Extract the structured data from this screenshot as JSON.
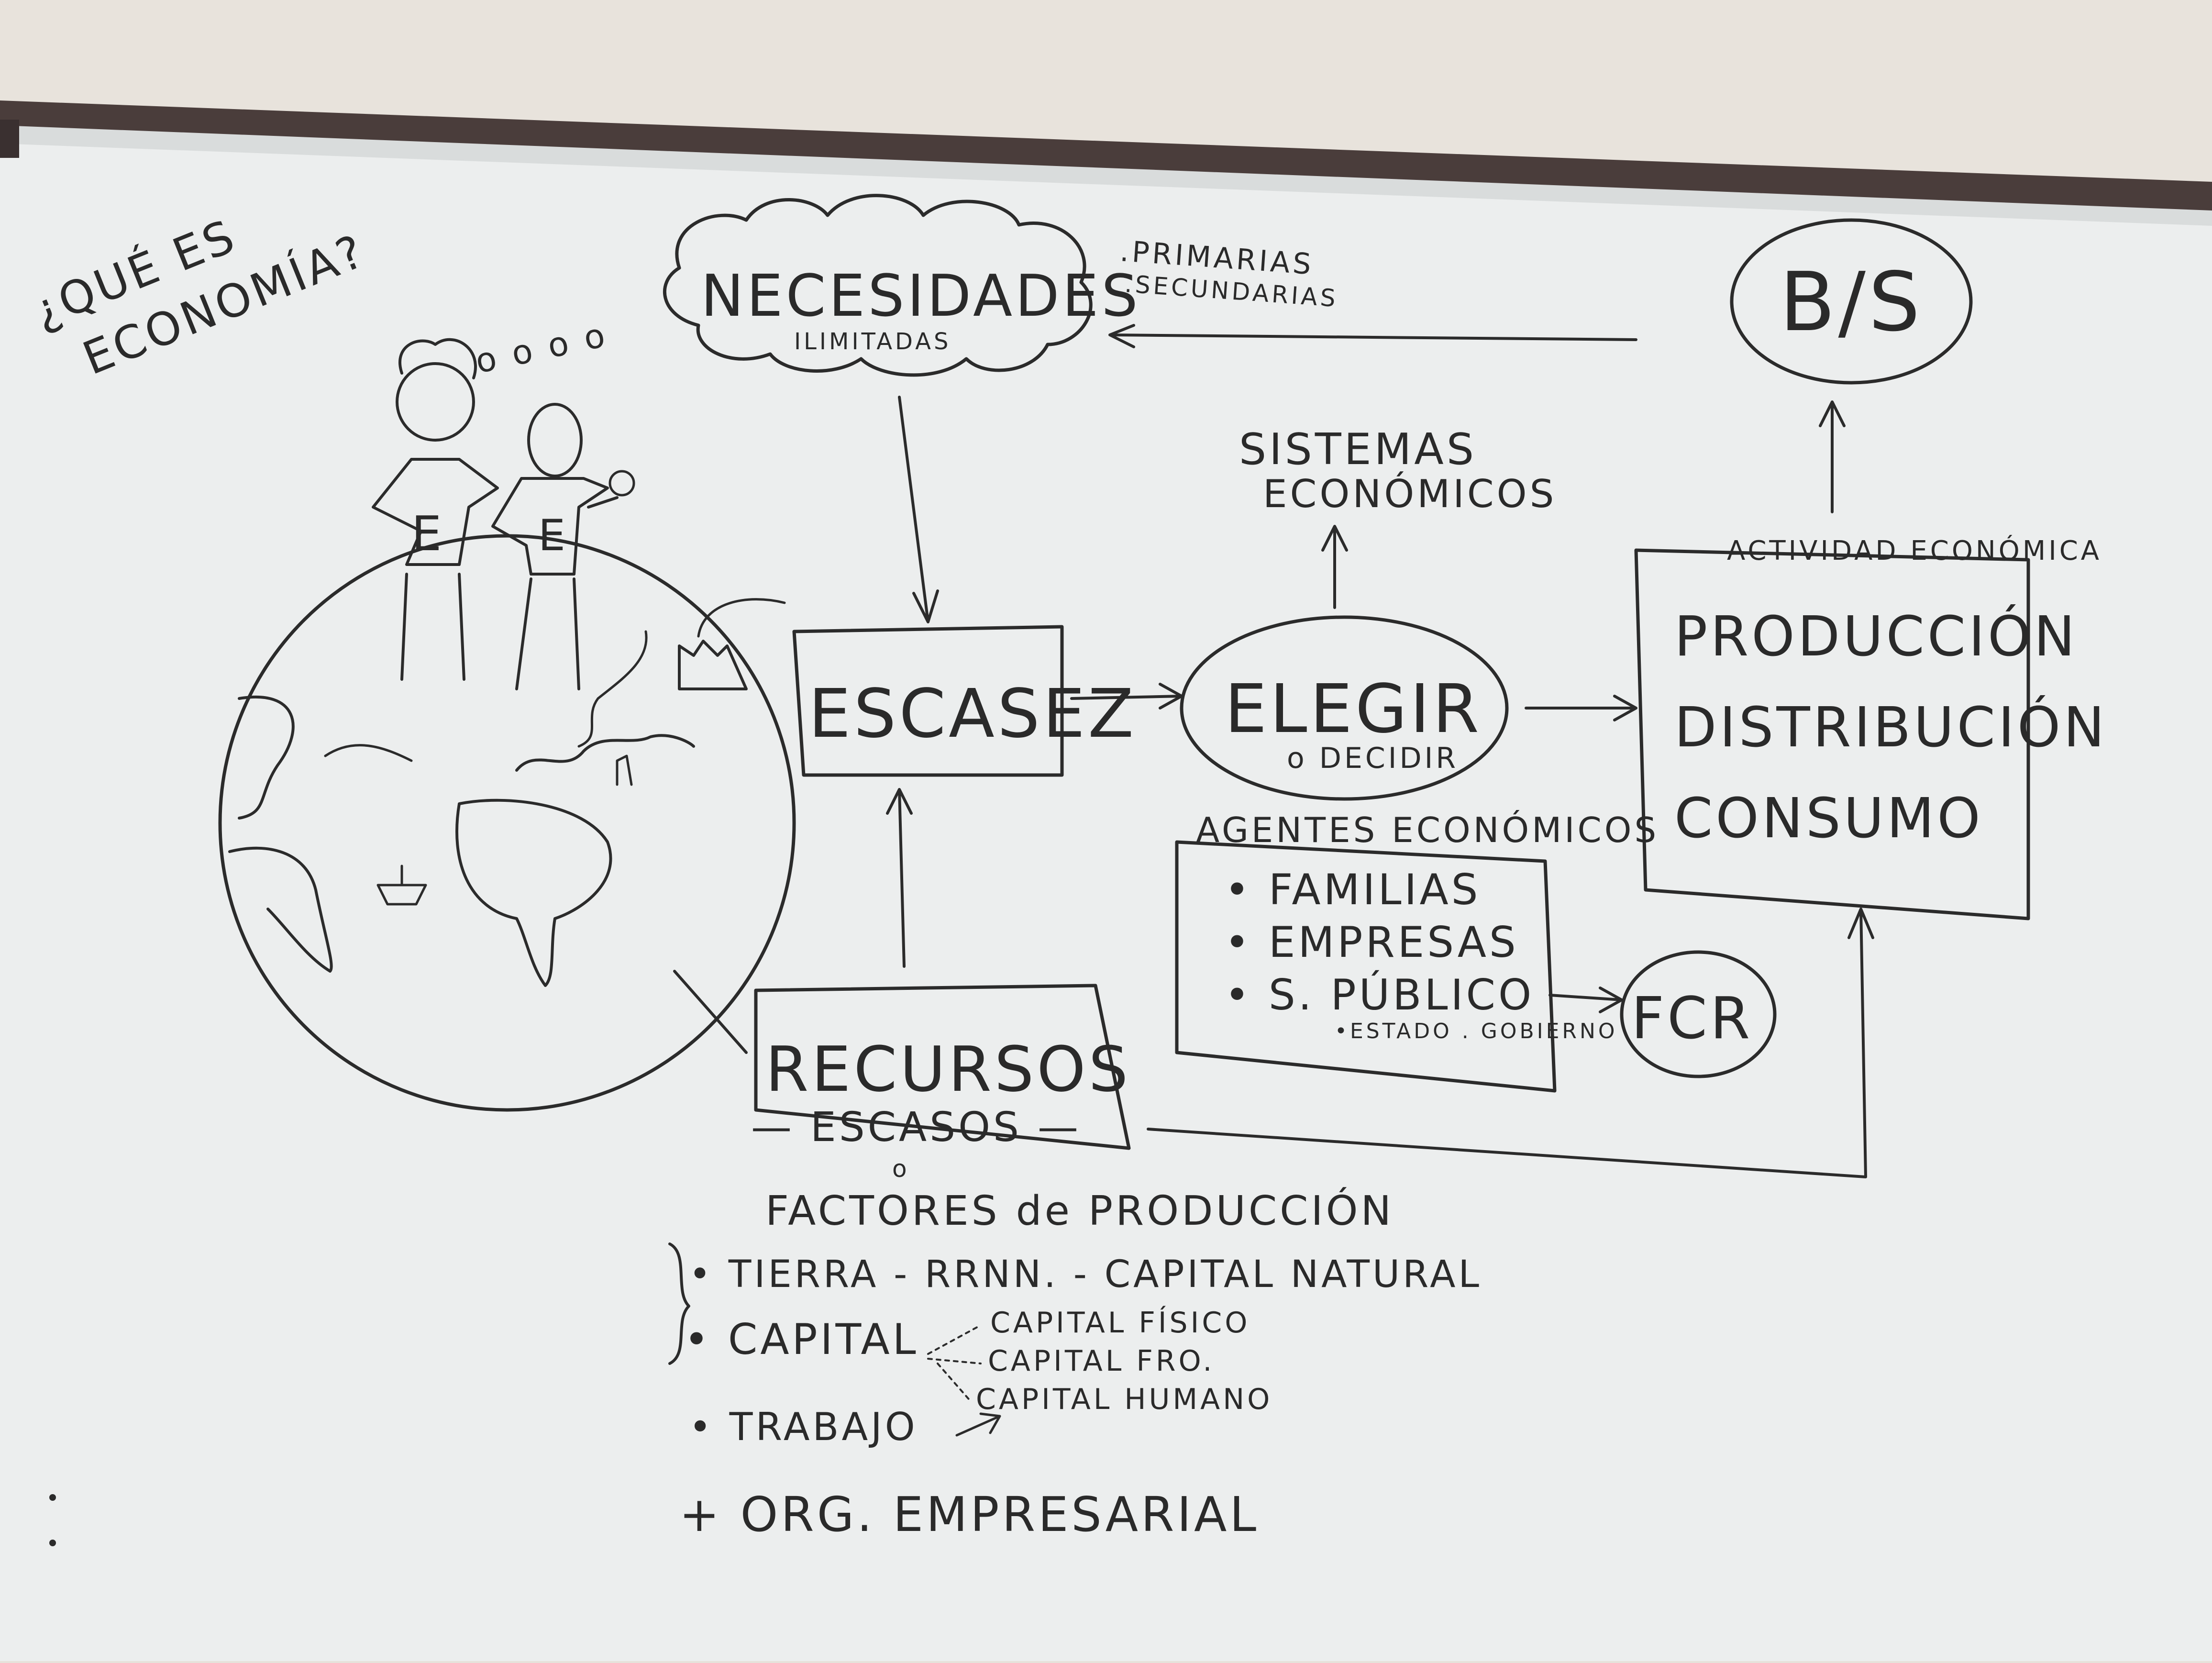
{
  "board": {
    "question": [
      "¿QUÉ ES",
      "ECONOMÍA?"
    ],
    "thought_dots": "o o o o"
  },
  "people": {
    "shirt_letter": "E"
  },
  "needs": {
    "title": "NECESIDADES",
    "subtitle": "ILIMITADAS",
    "types": [
      ".PRIMARIAS",
      ".SECUNDARIAS"
    ]
  },
  "scarcity": {
    "label": "ESCASEZ"
  },
  "choose": {
    "label": "ELEGIR",
    "sublabel": "o DECIDIR"
  },
  "systems": {
    "lines": [
      "SISTEMAS",
      "ECONÓMICOS"
    ]
  },
  "activity": {
    "header": "ACTIVIDAD ECONÓMICA",
    "items": [
      "PRODUCCIÓN",
      "DISTRIBUCIÓN",
      "CONSUMO"
    ]
  },
  "goods": {
    "label": "B/S"
  },
  "agents": {
    "title": "AGENTES ECONÓMICOS",
    "items": [
      "• FAMILIAS",
      "• EMPRESAS",
      "• S. PÚBLICO"
    ],
    "public_detail": "•ESTADO . GOBIERNO"
  },
  "fcr": {
    "label": "FCR"
  },
  "resources": {
    "title": "RECURSOS",
    "subtitle": "— ESCASOS —",
    "connector": "o"
  },
  "factors": {
    "title": "FACTORES de PRODUCCIÓN",
    "items": [
      "• TIERRA - RRNN. - CAPITAL NATURAL",
      "• CAPITAL",
      "• TRABAJO"
    ],
    "capital_types": [
      "CAPITAL FÍSICO",
      "CAPITAL FRO.",
      "CAPITAL HUMANO"
    ],
    "extra": "+ ORG. EMPRESARIAL"
  },
  "colors": {
    "board": "#eceeee",
    "frame": "#3a3030",
    "ink": "#2b2b2b",
    "wall": "#e6e1da"
  }
}
